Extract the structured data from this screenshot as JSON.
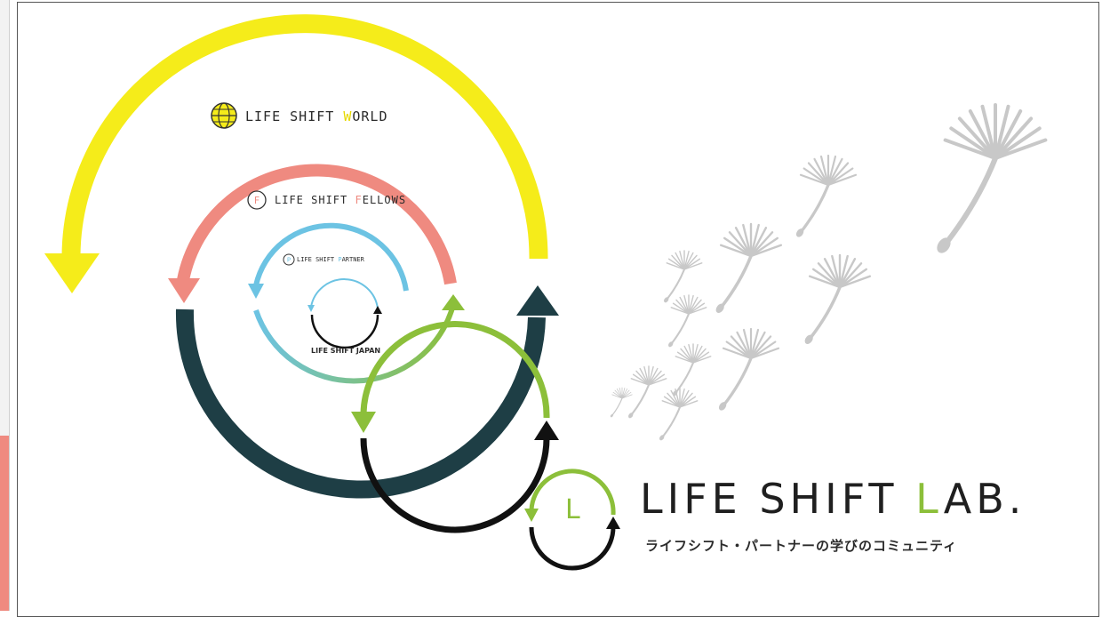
{
  "colors": {
    "world": "#f5ec1a",
    "fellows": "#ef8a80",
    "partner": "#6cc3e3",
    "japan": "#111111",
    "lab_green": "#8cbf3a",
    "dark_teal": "#1e3e45",
    "dandelion": "#c8c8c8"
  },
  "labels": {
    "world": {
      "prefix": "LIFE SHIFT ",
      "accent": "W",
      "rest": "ORLD"
    },
    "fellows": {
      "icon": "F",
      "prefix": "LIFE SHIFT ",
      "accent": "F",
      "rest": "ELLOWS"
    },
    "partner": {
      "icon": "P",
      "prefix": "LIFE SHIFT ",
      "accent": "P",
      "rest": "ARTNER"
    },
    "japan": "LIFE SHIFT JAPAN"
  },
  "brand": {
    "logo_letter": "L",
    "title_prefix": "LIFE SHIFT ",
    "title_accent": "L",
    "title_rest": "AB.",
    "subtitle": "ライフシフト・パートナーの学びのコミュニティ"
  },
  "icons": {
    "world": "globe-icon",
    "fellows": "fellows-circle-icon",
    "partner": "partner-circle-icon",
    "decoration": "dandelion-seed-icon"
  }
}
